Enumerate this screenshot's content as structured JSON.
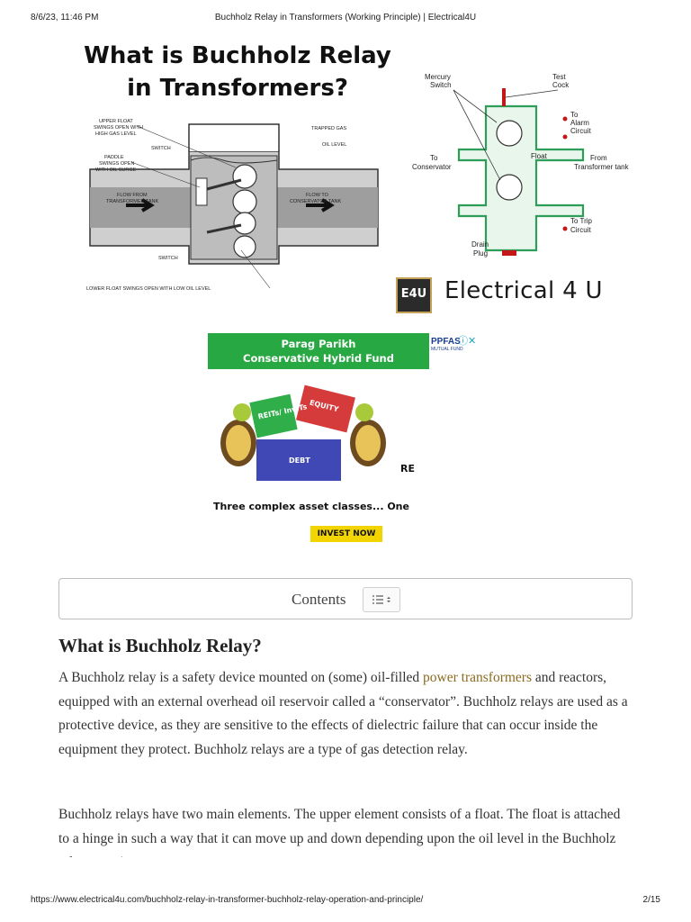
{
  "print_header": {
    "datetime": "8/6/23, 11:46 PM",
    "page_title": "Buchholz Relay in Transformers (Working Principle) | Electrical4U"
  },
  "hero": {
    "title_line1": "What is Buchholz Relay",
    "title_line2": "in Transformers?",
    "left_diagram_labels": {
      "upper_float": "UPPER FLOAT SWINGS OPEN WITH HIGH GAS LEVEL",
      "paddle": "PADDLE SWINGS OPEN WITH OIL SURGE",
      "switch_top": "SWITCH",
      "trapped_gas": "TRAPPED GAS",
      "oil_level": "OIL LEVEL",
      "flow_from": "FLOW FROM TRANSFORMER TANK",
      "flow_to": "FLOW TO CONSERVATOR TANK",
      "switch_bottom": "SWITCH",
      "lower_float": "LOWER FLOAT SWINGS OPEN WITH LOW OIL LEVEL"
    },
    "right_diagram_labels": {
      "mercury_switch": "Mercury Switch",
      "test_cock": "Test Cock",
      "to_alarm": "To Alarm Circuit",
      "to_conservator": "To Conservator",
      "float": "Float",
      "from_tank": "From Transformer tank",
      "to_trip": "To Trip Circuit",
      "drain_plug": "Drain Plug"
    },
    "brand_chip": "E4U",
    "brand_name": "Electrical 4 U"
  },
  "ad": {
    "banner_line1": "Parag Parikh",
    "banner_line2": "Conservative Hybrid Fund",
    "logo": "PPFAS",
    "logo_sub": "MUTUAL FUND",
    "choices": "ⓘ✕",
    "puzzle_reits": "REITs/ InvITs",
    "puzzle_equity": "EQUITY",
    "puzzle_debt": "DEBT",
    "side_partial": "RE",
    "tagline": "Three complex asset classes... One si",
    "cta": "INVEST NOW"
  },
  "toc": {
    "label": "Contents"
  },
  "article": {
    "heading": "What is Buchholz Relay?",
    "p1_before_link": "A Buchholz relay is a safety device mounted on (some) oil-filled ",
    "p1_link": "power transformers",
    "p1_after_link": " and reactors, equipped with an external overhead oil reservoir called a “conservator”. Buchholz relays are used as a protective device, as they are sensitive to the effects of dielectric failure that can occur inside the equipment they protect. Buchholz relays are a type of gas detection relay.",
    "p2": "Buchholz relays have two main elements. The upper element consists of a float. The float is attached to a hinge in such a way that it can move up and down depending upon the oil level in the Buchholz relay container."
  },
  "print_footer": {
    "url": "https://www.electrical4u.com/buchholz-relay-in-transformer-buchholz-relay-operation-and-principle/",
    "page": "2/15"
  },
  "colors": {
    "link": "#8a6a1f",
    "ad_green": "#27a843",
    "cta_yellow": "#f2d400"
  }
}
